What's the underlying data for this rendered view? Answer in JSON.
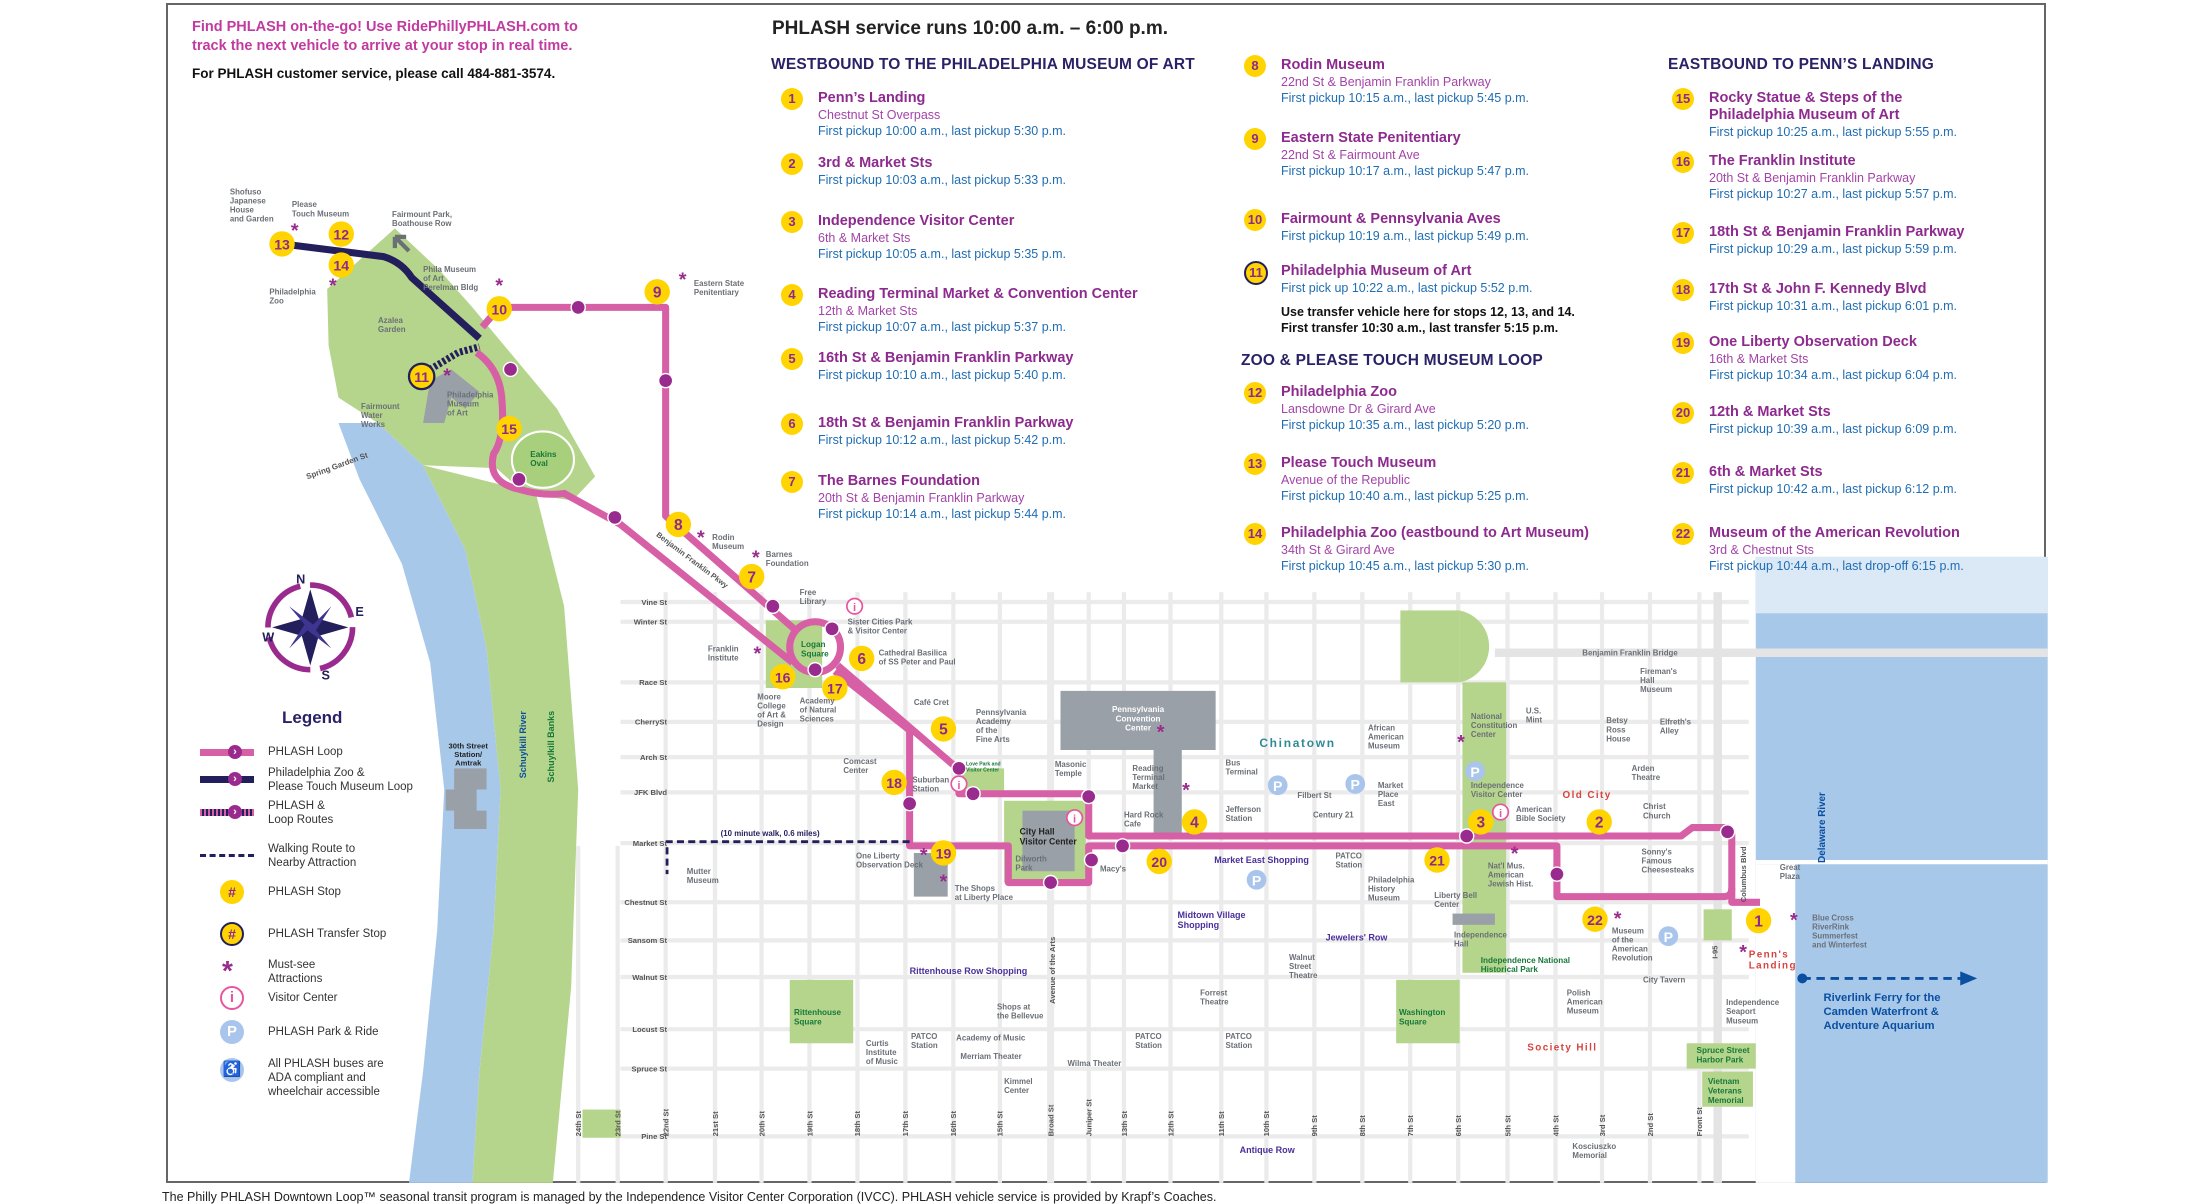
{
  "intro": {
    "tracking": "Find PHLASH on-the-go! Use RidePhillyPHLASH.com to\ntrack the next vehicle to arrive at your stop in real time.",
    "customer_service": "For PHLASH customer service, please call 484-881-3574."
  },
  "service_hours": "PHLASH service runs 10:00 a.m. – 6:00 p.m.",
  "schedule": {
    "westbound": {
      "heading": "WESTBOUND TO THE PHILADELPHIA MUSEUM OF ART",
      "stops": [
        {
          "num": "1",
          "name": "Penn’s Landing",
          "address": "Chestnut St Overpass",
          "times": "First pickup 10:00 a.m., last pickup 5:30 p.m."
        },
        {
          "num": "2",
          "name": "3rd & Market Sts",
          "times": "First pickup 10:03 a.m., last pickup 5:33 p.m."
        },
        {
          "num": "3",
          "name": "Independence Visitor Center",
          "address": "6th & Market Sts",
          "times": "First pickup 10:05 a.m., last pickup 5:35 p.m."
        },
        {
          "num": "4",
          "name": "Reading Terminal Market & Convention Center",
          "address": "12th & Market Sts",
          "times": "First pickup 10:07 a.m., last pickup 5:37 p.m."
        },
        {
          "num": "5",
          "name": "16th St & Benjamin Franklin Parkway",
          "times": "First pickup 10:10 a.m., last pickup 5:40 p.m."
        },
        {
          "num": "6",
          "name": "18th St & Benjamin Franklin Parkway",
          "times": "First pickup 10:12 a.m., last pickup 5:42 p.m."
        },
        {
          "num": "7",
          "name": "The Barnes Foundation",
          "address": "20th St & Benjamin Franklin Parkway",
          "times": "First pickup 10:14 a.m., last pickup 5:44 p.m."
        },
        {
          "num": "8",
          "name": "Rodin Museum",
          "address": "22nd St & Benjamin Franklin Parkway",
          "times": "First pickup 10:15 a.m., last pickup 5:45 p.m."
        },
        {
          "num": "9",
          "name": "Eastern State Penitentiary",
          "address": "22nd St & Fairmount Ave",
          "times": "First pickup 10:17 a.m., last pickup 5:47 p.m."
        },
        {
          "num": "10",
          "name": "Fairmount & Pennsylvania Aves",
          "times": "First pickup 10:19 a.m., last pickup 5:49 p.m."
        },
        {
          "num": "11",
          "name": "Philadelphia Museum of Art",
          "times": "First pick up 10:22 a.m., last pickup 5:52 p.m.",
          "transfer": true
        }
      ],
      "transfer_note": "Use transfer vehicle here for stops 12, 13, and 14.\nFirst transfer 10:30 a.m., last transfer 5:15 p.m."
    },
    "zoo_loop": {
      "heading": "ZOO & PLEASE TOUCH MUSEUM LOOP",
      "stops": [
        {
          "num": "12",
          "name": "Philadelphia Zoo",
          "address": "Lansdowne Dr & Girard Ave",
          "times": "First pickup 10:35 a.m., last pickup 5:20 p.m."
        },
        {
          "num": "13",
          "name": "Please Touch Museum",
          "address": "Avenue of the Republic",
          "times": "First pickup 10:40 a.m., last pickup 5:25 p.m."
        },
        {
          "num": "14",
          "name": "Philadelphia Zoo (eastbound to Art Museum)",
          "address": "34th St & Girard Ave",
          "times": "First pickup 10:45 a.m., last pickup 5:30 p.m."
        }
      ]
    },
    "eastbound": {
      "heading": "EASTBOUND TO PENN’S LANDING",
      "stops": [
        {
          "num": "15",
          "name": "Rocky Statue & Steps of the\nPhiladelphia Museum of Art",
          "times": "First pickup 10:25 a.m., last pickup 5:55 p.m."
        },
        {
          "num": "16",
          "name": "The Franklin Institute",
          "address": "20th St & Benjamin Franklin Parkway",
          "times": "First pickup 10:27 a.m., last pickup 5:57 p.m."
        },
        {
          "num": "17",
          "name": "18th St & Benjamin Franklin Parkway",
          "times": "First pickup 10:29 a.m., last pickup 5:59 p.m."
        },
        {
          "num": "18",
          "name": "17th St & John F. Kennedy Blvd",
          "times": "First pickup 10:31 a.m., last pickup 6:01 p.m."
        },
        {
          "num": "19",
          "name": "One Liberty Observation Deck",
          "address": "16th & Market Sts",
          "times": "First pickup 10:34 a.m., last pickup 6:04 p.m."
        },
        {
          "num": "20",
          "name": "12th & Market Sts",
          "times": "First pickup 10:39 a.m., last pickup 6:09 p.m."
        },
        {
          "num": "21",
          "name": "6th & Market Sts",
          "times": "First pickup 10:42 a.m., last pickup 6:12 p.m."
        },
        {
          "num": "22",
          "name": "Museum of the American Revolution",
          "address": "3rd & Chestnut Sts",
          "times": "First pickup 10:44 a.m., last drop-off 6:15 p.m."
        }
      ]
    }
  },
  "legend": {
    "title": "Legend",
    "items": [
      {
        "label": "PHLASH Loop",
        "icon": "phlash-loop-line-icon"
      },
      {
        "label": "Philadelphia Zoo &\nPlease Touch Museum Loop",
        "icon": "zoo-loop-line-icon"
      },
      {
        "label": "PHLASH &\nLoop Routes",
        "icon": "shared-route-line-icon"
      },
      {
        "label": "Walking Route to\nNearby Attraction",
        "icon": "walking-route-icon"
      },
      {
        "label": "PHLASH Stop",
        "icon": "stop-icon"
      },
      {
        "label": "PHLASH Transfer Stop",
        "icon": "transfer-stop-icon"
      },
      {
        "label": "Must-see\nAttractions",
        "icon": "asterisk-icon"
      },
      {
        "label": "Visitor Center",
        "icon": "info-icon"
      },
      {
        "label": "PHLASH Park & Ride",
        "icon": "parking-icon"
      },
      {
        "label": "All PHLASH buses are\nADA compliant and\nwheelchair accessible",
        "icon": "wheelchair-icon"
      }
    ],
    "stop_symbol": "#"
  },
  "compass": {
    "n": "N",
    "e": "E",
    "s": "S",
    "w": "W"
  },
  "map": {
    "stops": [
      "1",
      "2",
      "3",
      "4",
      "5",
      "6",
      "7",
      "8",
      "9",
      "10",
      "11",
      "12",
      "13",
      "14",
      "15",
      "16",
      "17",
      "18",
      "19",
      "20",
      "21",
      "22"
    ],
    "streets_ew": [
      "Vine St",
      "Winter St",
      "Race St",
      "CherrySt",
      "Arch St",
      "JFK Blvd",
      "Market St",
      "Chestnut St",
      "Sansom St",
      "Walnut St",
      "Locust St",
      "Spruce St",
      "Pine St"
    ],
    "streets_ns": [
      "24th St",
      "23rd St",
      "22nd St",
      "21st St",
      "20th St",
      "19th St",
      "18th St",
      "17th St",
      "16th St",
      "15th St",
      "Broad St",
      "Juniper St",
      "13th St",
      "12th St",
      "11th St",
      "10th St",
      "9th St",
      "8th St",
      "7th St",
      "6th St",
      "5th St",
      "4th St",
      "3rd St",
      "2nd St",
      "Front St"
    ],
    "labels": [
      "Shofuso\nJapanese\nHouse\nand Garden",
      "Please\nTouch Museum",
      "Fairmount Park,\nBoathouse Row",
      "Phila Museum\nof Art\nPerelman Bldg",
      "Philadelphia\nZoo",
      "Azalea\nGarden",
      "Fairmount\nWater\nWorks",
      "Philadelphia\nMuseum\nof Art",
      "Eakins\nOval",
      "Spring Garden St",
      "Eastern State\nPenitentiary",
      "Rodin\nMuseum",
      "Barnes\nFoundation",
      "Free\nLibrary",
      "Sister Cities Park\n& Visitor Center",
      "Logan\nSquare",
      "Cathedral Basilica\nof SS Peter and Paul",
      "Franklin\nInstitute",
      "Moore\nCollege\nof Art &\nDesign",
      "Academy\nof Natural\nSciences",
      "Café Cret",
      "Pennsylvania\nAcademy\nof the\nFine Arts",
      "Pennsylvania\nConvention\nCenter",
      "Comcast\nCenter",
      "Suburban\nStation",
      "Love Park and\nVisitor Center",
      "Masonic\nTemple",
      "Reading\nTerminal\nMarket",
      "Bus\nTerminal",
      "Hard Rock\nCafe",
      "Jefferson\nStation",
      "Chinatown",
      "African\nAmerican\nMuseum",
      "Filbert St",
      "Market\nPlace\nEast",
      "Century 21",
      "National\nConstitution\nCenter",
      "U.S.\nMint",
      "Independence\nVisitor Center",
      "American\nBible Society",
      "Old City",
      "Betsy\nRoss\nHouse",
      "Fireman's\nHall\nMuseum",
      "Elfreth's\nAlley",
      "Arden\nTheatre",
      "Christ\nChurch",
      "Benjamin Franklin Bridge",
      "City Hall\nVisitor Center",
      "Dilworth\nPark",
      "Macy's",
      "One Liberty\nObservation Deck",
      "The Shops\nat Liberty Place",
      "Mutter\nMuseum",
      "(10 minute walk, 0.6 miles)",
      "Market East Shopping",
      "PATCO\nStation",
      "Philadelphia\nHistory\nMuseum",
      "Liberty Bell\nCenter",
      "Nat'l Mus.\nAmerican\nJewish Hist.",
      "Sonny's\nFamous\nCheesesteaks",
      "Museum\nof the\nAmerican\nRevolution",
      "Independence\nHall",
      "Independence National\nHistorical Park",
      "City Tavern",
      "Midtown Village\nShopping",
      "Jewelers' Row",
      "Rittenhouse Row Shopping",
      "Walnut\nStreet\nTheatre",
      "Forrest\nTheatre",
      "Polish\nAmerican\nMuseum",
      "Washington\nSquare",
      "Rittenhouse\nSquare",
      "Shops at\nthe Bellevue",
      "Academy of Music",
      "Merriam Theater",
      "Wilma Theater",
      "Curtis\nInstitute\nof Music",
      "PATCO\nStation",
      "PATCO\nStation",
      "PATCO\nStation",
      "Kimmel\nCenter",
      "Society Hill",
      "Antique Row",
      "Kosciuszko\nMemorial",
      "Independence\nSeaport\nMuseum",
      "Spruce Street\nHarbor Park",
      "Vietnam\nVeterans\nMemorial",
      "Great\nPlaza",
      "Blue Cross\nRiverRink\nSummerfest\nand Winterfest",
      "Penn's\nLanding",
      "Riverlink Ferry for the\nCamden Waterfront &\nAdventure Aquarium",
      "Delaware River",
      "Columbus Blvd",
      "I-95",
      "Schuylkill River",
      "Schuylkill Banks",
      "30th Street\nStation/\nAmtrak",
      "Avenue of the Arts",
      "Benjamin Franklin Pkwy"
    ]
  },
  "colors": {
    "route": "#d65fa6",
    "zoo_route": "#231f5c",
    "stop": "#ffd400",
    "stop_text": "#8d2a8e",
    "park": "#b5d58c",
    "water": "#a8c8ea",
    "street": "#ebebeb",
    "building": "#9aa0a8"
  },
  "footer": "The Philly PHLASH Downtown Loop™ seasonal transit program is managed by the Independence Visitor Center Corporation (IVCC). PHLASH vehicle service is provided by Krapf’s Coaches."
}
